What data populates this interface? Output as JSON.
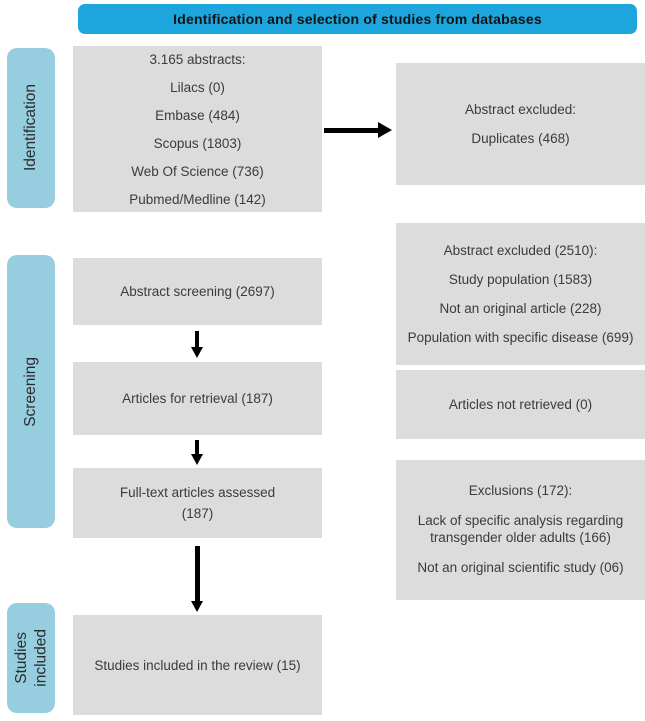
{
  "header": {
    "title": "Identification and selection of studies from databases"
  },
  "colors": {
    "header_bg": "#1ca6dd",
    "sidebar_bg": "#96cedf",
    "box_bg": "#dcdcdc",
    "arrow": "#000000",
    "text": "#3b3b3b"
  },
  "sidebar": {
    "identification": "Identification",
    "screening": "Screening",
    "studies_included": "Studies\nincluded"
  },
  "flow": {
    "left": [
      {
        "lines": [
          "3.165 abstracts:",
          "Lilacs (0)",
          "Embase (484)",
          "Scopus (1803)",
          "Web Of Science (736)",
          "Pubmed/Medline (142)"
        ]
      },
      {
        "lines": [
          "Abstract screening (2697)"
        ]
      },
      {
        "lines": [
          "Articles for retrieval (187)"
        ]
      },
      {
        "lines": [
          "Full-text articles assessed",
          "(187)"
        ]
      },
      {
        "lines": [
          "Studies included in the review (15)"
        ]
      }
    ],
    "right": [
      {
        "lines": [
          "Abstract excluded:",
          "Duplicates (468)"
        ]
      },
      {
        "lines": [
          "Abstract excluded (2510):",
          "Study population (1583)",
          "Not an original article  (228)",
          "Population with specific disease (699)"
        ]
      },
      {
        "lines": [
          "Articles not retrieved (0)"
        ]
      },
      {
        "lines": [
          "Exclusions (172):",
          "Lack of specific analysis regarding transgender older adults (166)",
          "Not an original scientific study (06)"
        ]
      }
    ]
  }
}
